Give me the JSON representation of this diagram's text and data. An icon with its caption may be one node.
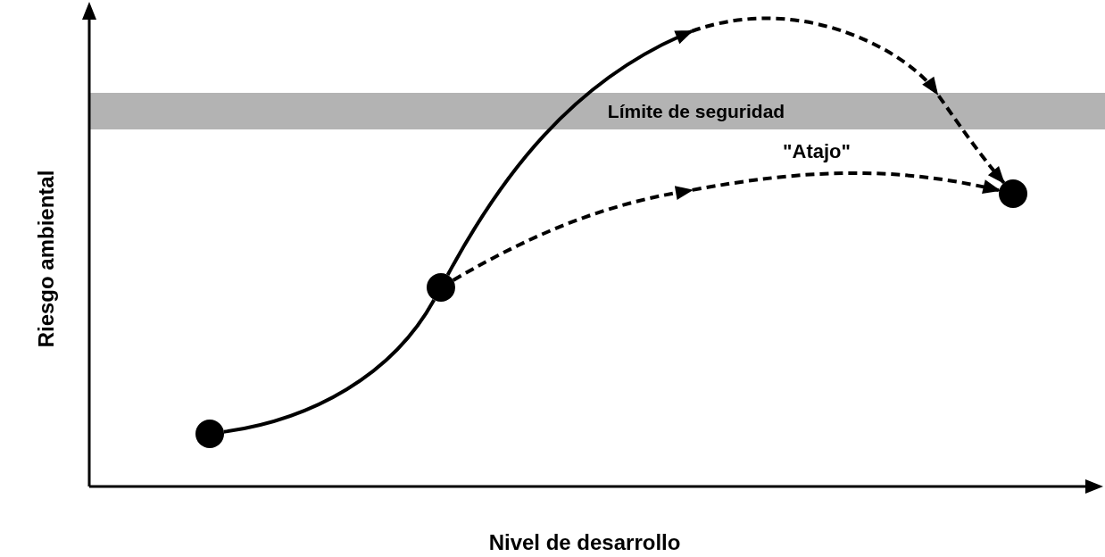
{
  "diagram": {
    "nodes": [
      {
        "text": [],
        "shape": "circle"
      },
      {
        "text": [],
        "shape": "circle"
      },
      {
        "text": [],
        "shape": "circle"
      }
    ],
    "edges": [
      {
        "from": 0,
        "to": 1,
        "arrow": "none"
      },
      {
        "from": 1,
        "to": null,
        "arrow": "to"
      },
      {
        "from": null,
        "to": 2,
        "arrow": "to",
        "style": "dashed"
      },
      {
        "from": 1,
        "to": 2,
        "arrow": "to",
        "style": "dashed",
        "label": "\"Atajo\""
      }
    ],
    "labels": [
      "Límite de seguridad",
      "Riesgo ambiental",
      "Nivel de desarrollo"
    ]
  }
}
